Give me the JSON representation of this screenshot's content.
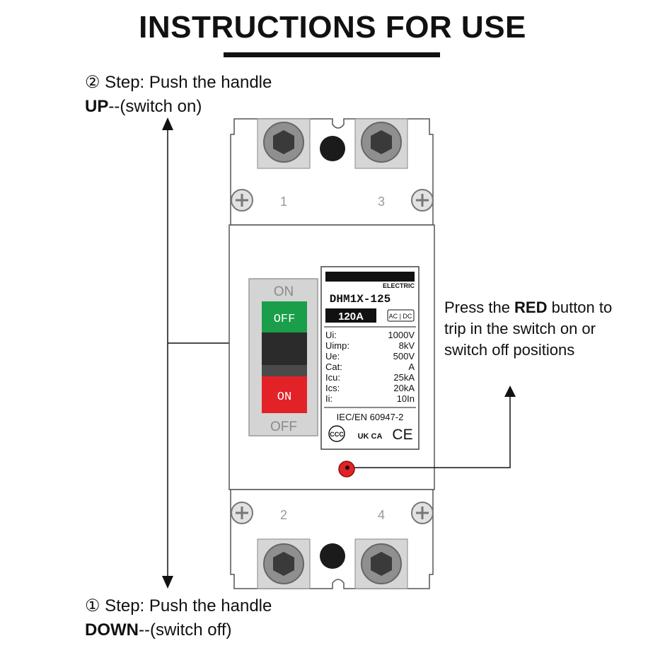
{
  "title": "INSTRUCTIONS FOR USE",
  "step_up": {
    "line1": "② Step: Push the handle",
    "bold": "UP",
    "rest": "--(switch on)"
  },
  "step_down": {
    "line1": "① Step: Push the handle",
    "bold": "DOWN",
    "rest": "--(switch off)"
  },
  "red_button_note": {
    "before": "Press the ",
    "bold": "RED",
    "after": " button to trip in the switch on or switch off positions"
  },
  "breaker": {
    "terminals_top": [
      "1",
      "3"
    ],
    "terminals_bottom": [
      "2",
      "4"
    ],
    "handle": {
      "top_label": "ON",
      "bottom_label": "OFF",
      "green_label": "OFF",
      "red_label": "ON",
      "green_color": "#1a9e4a",
      "red_color": "#e32227"
    },
    "nameplate": {
      "brand": "ELECTRIC",
      "model": "DHM1X-125",
      "rating": "120A",
      "acdc": "AC | DC",
      "specs": [
        {
          "key": "Ui:",
          "value": "1000V"
        },
        {
          "key": "Uimp:",
          "value": "8kV"
        },
        {
          "key": "Ue:",
          "value": "500V"
        },
        {
          "key": "Cat:",
          "value": "A"
        },
        {
          "key": "Icu:",
          "value": "25kA"
        },
        {
          "key": "Ics:",
          "value": "20kA"
        },
        {
          "key": "Ii:",
          "value": "10In"
        }
      ],
      "standard": "IEC/EN 60947-2",
      "marks": [
        "CCC",
        "UK CA",
        "CE"
      ]
    }
  }
}
